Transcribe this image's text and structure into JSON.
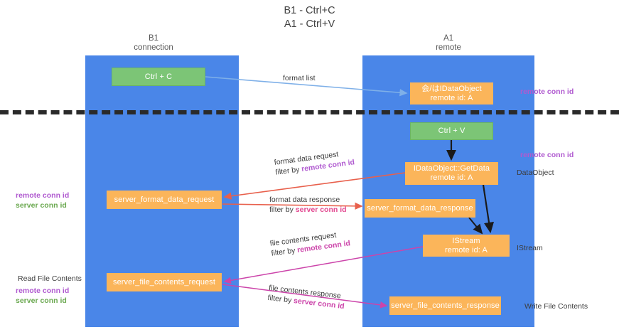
{
  "title": "B1 - Ctrl+C\nA1 - Ctrl+V",
  "columns": {
    "left": "B1\nconnection",
    "right": "A1\nremote"
  },
  "nodes": {
    "ctrl_c": "Ctrl + C",
    "idataobject": {
      "line1": "会/はIDataObject",
      "line2": "remote id: A"
    },
    "ctrl_v": "Ctrl + V",
    "getdata": {
      "line1": "IDataObject::GetData",
      "line2": "remote id: A"
    },
    "server_format_data_request": "server_format_data_request",
    "server_format_data_response": "server_format_data_response",
    "istream": {
      "line1": "IStream",
      "line2": "remote id: A"
    },
    "server_file_contents_request": "server_file_contents_request",
    "server_file_contents_response": "server_file_contents_response"
  },
  "flows": {
    "format_list": "format list",
    "format_data_request": {
      "line1": "format data request",
      "prefix": "filter by ",
      "filter": "remote conn id"
    },
    "format_data_response": {
      "line1": "format data response",
      "prefix": "filter by ",
      "filter": "server conn id"
    },
    "file_contents_request": {
      "line1": "file contents request",
      "prefix": "filter by ",
      "filter": "remote conn id"
    },
    "file_contents_response": {
      "line1": "file contents response",
      "prefix": "filter by ",
      "filter": "server conn id"
    }
  },
  "annotations": {
    "remote_conn_id_top": "remote conn id",
    "remote_conn_id_mid": "remote conn id",
    "dataobject": "DataObject",
    "istream": "IStream",
    "write_file_contents": "Write File Contents",
    "read_file_contents": "Read File Contents",
    "left_ids": {
      "remote": "remote conn id",
      "server": "server conn id"
    },
    "left_ids_2": {
      "remote": "remote conn id",
      "server": "server conn id"
    }
  },
  "colors": {
    "lane": "#4a86e8",
    "green_box": "#7cc576",
    "orange_box": "#fbb55a",
    "remote_conn_id": "#b05ad0",
    "server_conn_id": "#6aa84f",
    "divider": "#2a2a2a",
    "arrow_blue": "#7fb0e8",
    "arrow_red": "#e8604c",
    "arrow_magenta": "#cc44aa",
    "arrow_black": "#1a1a1a"
  }
}
